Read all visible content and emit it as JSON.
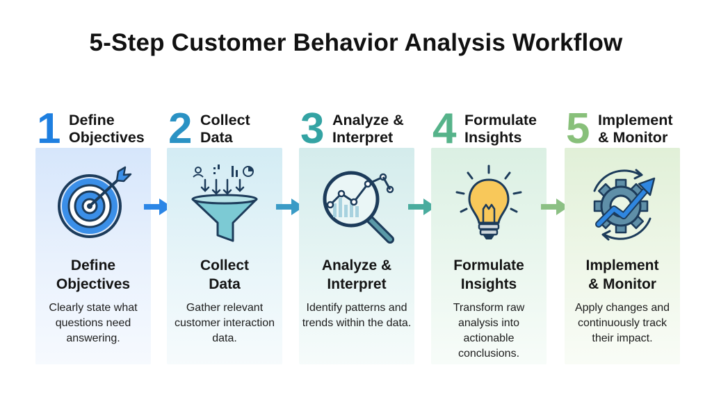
{
  "title": "5-Step Customer Behavior Analysis Workflow",
  "colors": {
    "step1": "#1e7fe0",
    "step2": "#2a92c4",
    "step3": "#33a3a3",
    "step4": "#56b38a",
    "step5": "#88c07a"
  },
  "steps": [
    {
      "number": "1",
      "heading": [
        "Define",
        "Objectives"
      ],
      "name": [
        "Define",
        "Objectives"
      ],
      "description": "Clearly state what questions need answering.",
      "icon": "target-icon"
    },
    {
      "number": "2",
      "heading": [
        "Collect",
        "Data"
      ],
      "name": [
        "Collect",
        "Data"
      ],
      "description": "Gather relevant customer interaction data.",
      "icon": "funnel-icon"
    },
    {
      "number": "3",
      "heading": [
        "Analyze &",
        "Interpret"
      ],
      "name": [
        "Analyze &",
        "Interpret"
      ],
      "description": "Identify patterns and trends within the data.",
      "icon": "magnifier-chart-icon"
    },
    {
      "number": "4",
      "heading": [
        "Formulate",
        "Insights"
      ],
      "name": [
        "Formulate",
        "Insights"
      ],
      "description": "Transform raw analysis into actionable conclusions.",
      "icon": "lightbulb-icon"
    },
    {
      "number": "5",
      "heading": [
        "Implement",
        "& Monitor"
      ],
      "name": [
        "Implement",
        "& Monitor"
      ],
      "description": "Apply changes and continuously track their impact.",
      "icon": "gear-growth-icon"
    }
  ]
}
